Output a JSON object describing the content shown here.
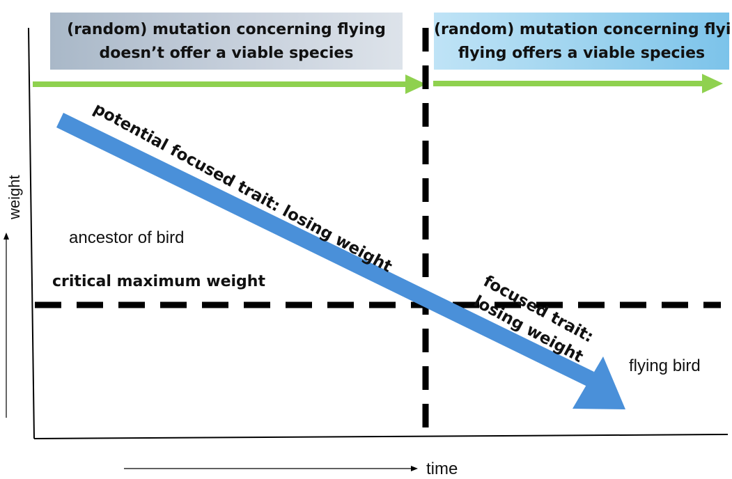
{
  "header": {
    "left_box": {
      "line1": "(random) mutation concerning flying",
      "line2": "doesn’t offer a viable species"
    },
    "right_box": {
      "line1": "(random) mutation concerning flying",
      "line2": "flying offers a viable species"
    }
  },
  "labels": {
    "ancestor": "ancestor of bird",
    "critical_weight": "critical maximum weight",
    "flying_bird": "flying bird",
    "potential_trait": "potential focused trait: losing weight",
    "focused_trait_line1": "focused trait:",
    "focused_trait_line2": "losing weight"
  },
  "axes": {
    "x_label": "time",
    "y_label": "weight"
  },
  "colors": {
    "green_arrow": "#8fd14f",
    "blue_arrow": "#4a90d9",
    "dashed_line": "#000000",
    "axis": "#000000"
  }
}
